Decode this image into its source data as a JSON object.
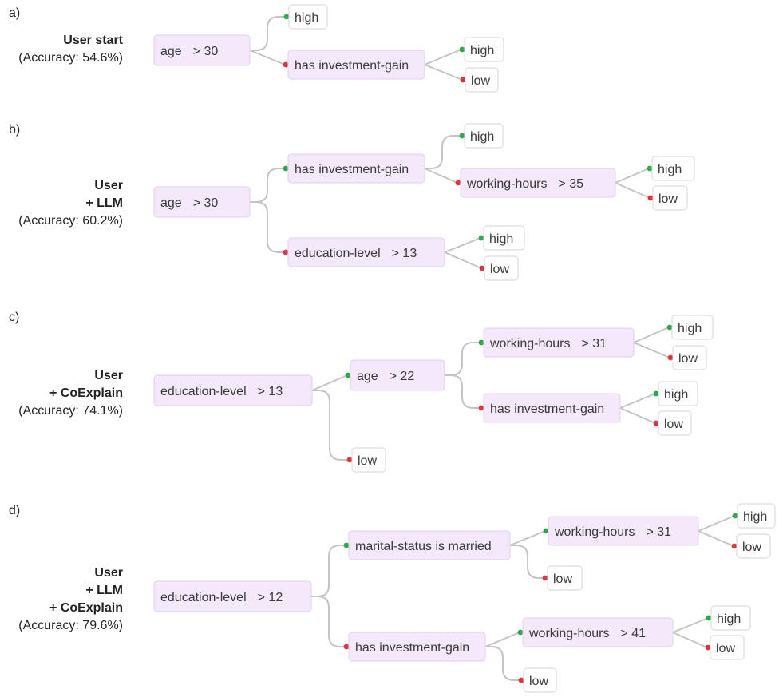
{
  "panels": [
    {
      "letter": "a)",
      "title_lines": [
        "User start"
      ],
      "accuracy": "(Accuracy: 54.6%)",
      "nodes": [
        {
          "id": "a0",
          "kind": "cond",
          "feature": "age",
          "rule": "> 30"
        },
        {
          "id": "a1",
          "kind": "leaf",
          "text": "high"
        },
        {
          "id": "a2",
          "kind": "cond",
          "feature": "has investment-gain",
          "rule": ""
        },
        {
          "id": "a3",
          "kind": "leaf",
          "text": "high"
        },
        {
          "id": "a4",
          "kind": "leaf",
          "text": "low"
        }
      ],
      "edges": [
        {
          "from": "a0",
          "to": "a1",
          "branch": "true"
        },
        {
          "from": "a0",
          "to": "a2",
          "branch": "false"
        },
        {
          "from": "a2",
          "to": "a3",
          "branch": "true"
        },
        {
          "from": "a2",
          "to": "a4",
          "branch": "false"
        }
      ]
    },
    {
      "letter": "b)",
      "title_lines": [
        "User",
        "+ LLM"
      ],
      "accuracy": "(Accuracy: 60.2%)",
      "nodes": [
        {
          "id": "b0",
          "kind": "cond",
          "feature": "age",
          "rule": "> 30"
        },
        {
          "id": "b1",
          "kind": "cond",
          "feature": "has investment-gain",
          "rule": ""
        },
        {
          "id": "b2",
          "kind": "leaf",
          "text": "high"
        },
        {
          "id": "b3",
          "kind": "cond",
          "feature": "working-hours",
          "rule": "> 35"
        },
        {
          "id": "b4",
          "kind": "leaf",
          "text": "high"
        },
        {
          "id": "b5",
          "kind": "leaf",
          "text": "low"
        },
        {
          "id": "b6",
          "kind": "cond",
          "feature": "education-level",
          "rule": "> 13"
        },
        {
          "id": "b7",
          "kind": "leaf",
          "text": "high"
        },
        {
          "id": "b8",
          "kind": "leaf",
          "text": "low"
        }
      ],
      "edges": [
        {
          "from": "b0",
          "to": "b1",
          "branch": "true"
        },
        {
          "from": "b0",
          "to": "b6",
          "branch": "false"
        },
        {
          "from": "b1",
          "to": "b2",
          "branch": "true"
        },
        {
          "from": "b1",
          "to": "b3",
          "branch": "false"
        },
        {
          "from": "b3",
          "to": "b4",
          "branch": "true"
        },
        {
          "from": "b3",
          "to": "b5",
          "branch": "false"
        },
        {
          "from": "b6",
          "to": "b7",
          "branch": "true"
        },
        {
          "from": "b6",
          "to": "b8",
          "branch": "false"
        }
      ]
    },
    {
      "letter": "c)",
      "title_lines": [
        "User",
        "+ CoExplain"
      ],
      "accuracy": "(Accuracy: 74.1%)",
      "nodes": [
        {
          "id": "c0",
          "kind": "cond",
          "feature": "education-level",
          "rule": "> 13"
        },
        {
          "id": "c1",
          "kind": "cond",
          "feature": "age",
          "rule": "> 22"
        },
        {
          "id": "c2",
          "kind": "cond",
          "feature": "working-hours",
          "rule": "> 31"
        },
        {
          "id": "c3",
          "kind": "leaf",
          "text": "high"
        },
        {
          "id": "c4",
          "kind": "leaf",
          "text": "low"
        },
        {
          "id": "c5",
          "kind": "cond",
          "feature": "has investment-gain",
          "rule": ""
        },
        {
          "id": "c6",
          "kind": "leaf",
          "text": "high"
        },
        {
          "id": "c7",
          "kind": "leaf",
          "text": "low"
        },
        {
          "id": "c8",
          "kind": "leaf",
          "text": "low"
        }
      ],
      "edges": [
        {
          "from": "c0",
          "to": "c1",
          "branch": "true"
        },
        {
          "from": "c0",
          "to": "c8",
          "branch": "false"
        },
        {
          "from": "c1",
          "to": "c2",
          "branch": "true"
        },
        {
          "from": "c1",
          "to": "c5",
          "branch": "false"
        },
        {
          "from": "c2",
          "to": "c3",
          "branch": "true"
        },
        {
          "from": "c2",
          "to": "c4",
          "branch": "false"
        },
        {
          "from": "c5",
          "to": "c6",
          "branch": "true"
        },
        {
          "from": "c5",
          "to": "c7",
          "branch": "false"
        }
      ]
    },
    {
      "letter": "d)",
      "title_lines": [
        "User",
        "+ LLM",
        "+ CoExplain"
      ],
      "accuracy": "(Accuracy: 79.6%)",
      "nodes": [
        {
          "id": "d0",
          "kind": "cond",
          "feature": "education-level",
          "rule": "> 12"
        },
        {
          "id": "d1",
          "kind": "cond",
          "feature": "marital-status is married",
          "rule": ""
        },
        {
          "id": "d2",
          "kind": "cond",
          "feature": "working-hours",
          "rule": "> 31"
        },
        {
          "id": "d3",
          "kind": "leaf",
          "text": "high"
        },
        {
          "id": "d4",
          "kind": "leaf",
          "text": "low"
        },
        {
          "id": "d5",
          "kind": "leaf",
          "text": "low"
        },
        {
          "id": "d6",
          "kind": "cond",
          "feature": "has investment-gain",
          "rule": ""
        },
        {
          "id": "d7",
          "kind": "cond",
          "feature": "working-hours",
          "rule": "> 41"
        },
        {
          "id": "d8",
          "kind": "leaf",
          "text": "high"
        },
        {
          "id": "d9",
          "kind": "leaf",
          "text": "low"
        },
        {
          "id": "d10",
          "kind": "leaf",
          "text": "low"
        }
      ],
      "edges": [
        {
          "from": "d0",
          "to": "d1",
          "branch": "true"
        },
        {
          "from": "d0",
          "to": "d6",
          "branch": "false"
        },
        {
          "from": "d1",
          "to": "d2",
          "branch": "true"
        },
        {
          "from": "d1",
          "to": "d5",
          "branch": "false"
        },
        {
          "from": "d2",
          "to": "d3",
          "branch": "true"
        },
        {
          "from": "d2",
          "to": "d4",
          "branch": "false"
        },
        {
          "from": "d6",
          "to": "d7",
          "branch": "true"
        },
        {
          "from": "d6",
          "to": "d10",
          "branch": "false"
        },
        {
          "from": "d7",
          "to": "d8",
          "branch": "true"
        },
        {
          "from": "d7",
          "to": "d9",
          "branch": "false"
        }
      ]
    }
  ],
  "colors": {
    "true_dot": "#2ea84a",
    "false_dot": "#d9363e",
    "edge": "#c4c4c4"
  }
}
